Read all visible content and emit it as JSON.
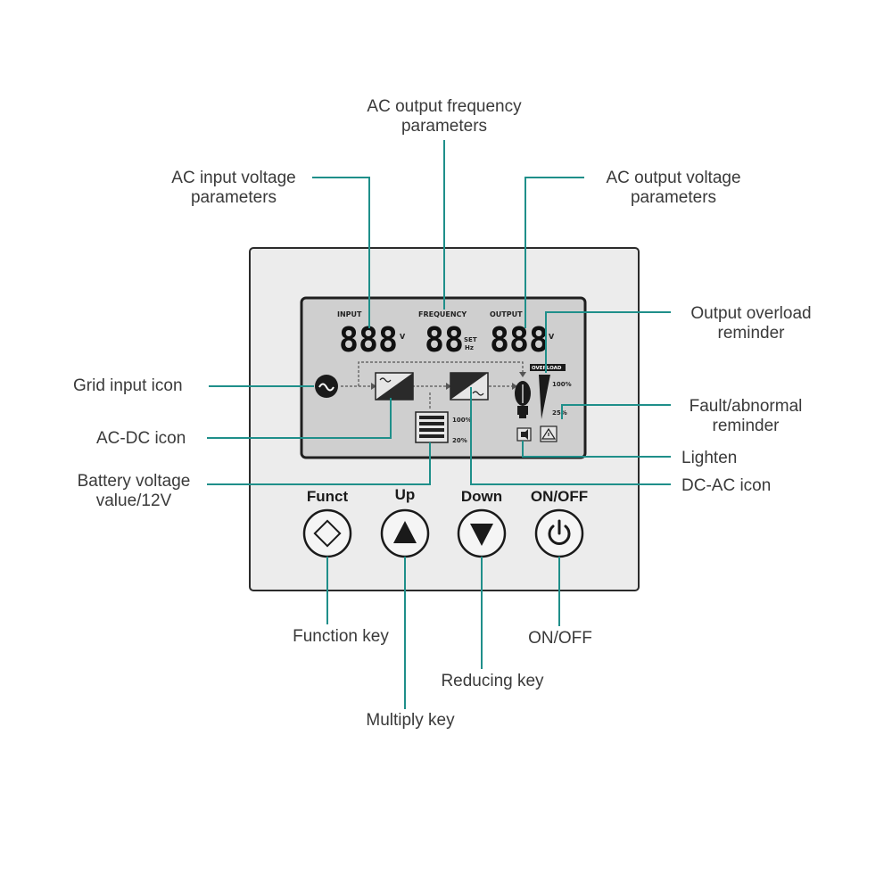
{
  "colors": {
    "leader": "#1f8f8a",
    "panel_bg": "#ebebeb",
    "lcd_bg": "#cfcfcf"
  },
  "lcd": {
    "input_label": "INPUT",
    "frequency_label": "FREQUENCY",
    "output_label": "OUTPUT",
    "input_value": "888",
    "input_unit": "V",
    "frequency_value": "88",
    "frequency_set": "SET",
    "frequency_unit": "Hz",
    "output_value": "888",
    "output_unit": "V",
    "overload_label": "OVERLOAD",
    "load_100": "100%",
    "load_25": "25%",
    "battery_100": "100%",
    "battery_20": "20%"
  },
  "buttons": [
    {
      "label": "Funct",
      "icon": "diamond-icon"
    },
    {
      "label": "Up",
      "icon": "up-triangle-icon"
    },
    {
      "label": "Down",
      "icon": "down-triangle-icon"
    },
    {
      "label": "ON/OFF",
      "icon": "power-icon"
    }
  ],
  "callouts": {
    "ac_output_frequency": [
      "AC output frequency",
      "parameters"
    ],
    "ac_input_voltage": [
      "AC input voltage",
      "parameters"
    ],
    "ac_output_voltage": [
      "AC output voltage",
      "parameters"
    ],
    "output_overload": [
      "Output overload",
      "reminder"
    ],
    "grid_input_icon": [
      "Grid input icon"
    ],
    "fault_abnormal": [
      "Fault/abnormal",
      "reminder"
    ],
    "ac_dc_icon": [
      "AC-DC icon"
    ],
    "lighten": [
      "Lighten"
    ],
    "battery_voltage": [
      "Battery voltage",
      "value/12V"
    ],
    "dc_ac_icon": [
      "DC-AC icon"
    ],
    "function_key": [
      "Function key"
    ],
    "on_off": [
      "ON/OFF"
    ],
    "reducing_key": [
      "Reducing key"
    ],
    "multiply_key": [
      "Multiply key"
    ]
  }
}
